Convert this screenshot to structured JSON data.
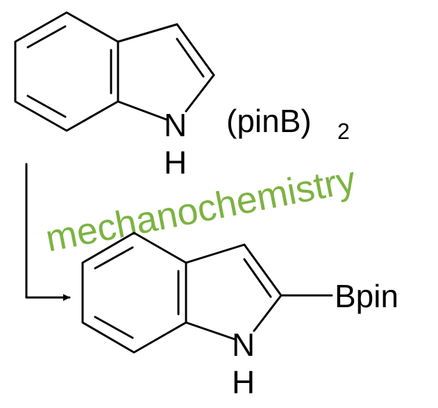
{
  "reactant": {
    "nh_n": "N",
    "nh_h": "H",
    "reagent_main": "(pinB)",
    "reagent_sub": "2"
  },
  "conditions": {
    "text": "mechanochemistry",
    "color": "#7cb342"
  },
  "product": {
    "nh_n": "N",
    "nh_h": "H",
    "substituent": "Bpin"
  }
}
